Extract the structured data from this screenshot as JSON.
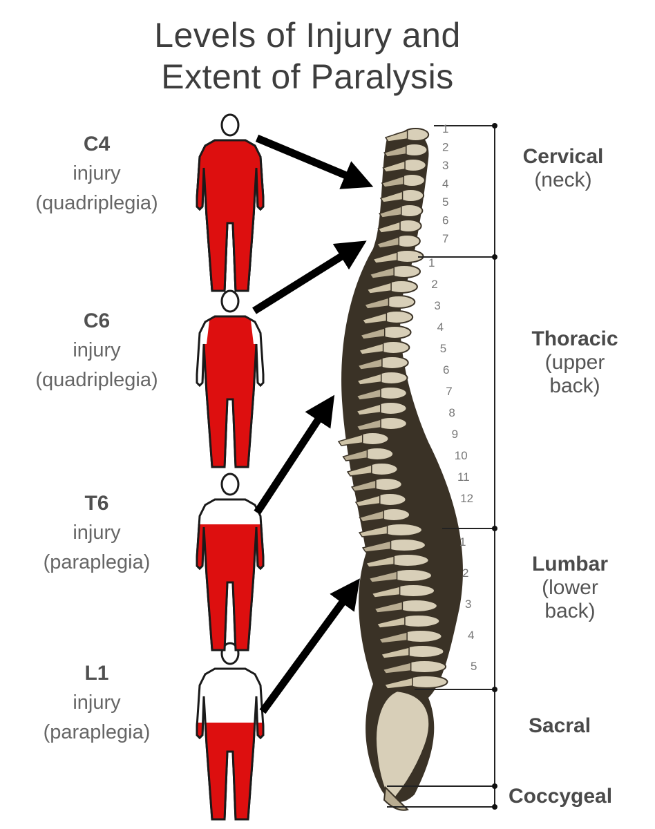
{
  "title": {
    "line1": "Levels of Injury and",
    "line2": "Extent of Paralysis"
  },
  "injuries": [
    {
      "level": "C4",
      "line2": "injury",
      "line3": "(quadriplegia)",
      "paralysis_from": "neck"
    },
    {
      "level": "C6",
      "line2": "injury",
      "line3": "(quadriplegia)",
      "paralysis_from": "shoulders"
    },
    {
      "level": "T6",
      "line2": "injury",
      "line3": "(paraplegia)",
      "paralysis_from": "chest"
    },
    {
      "level": "L1",
      "line2": "injury",
      "line3": "(paraplegia)",
      "paralysis_from": "hips"
    }
  ],
  "regions": [
    {
      "name": "Cervical",
      "sub": "(neck)",
      "numbers": [
        "1",
        "2",
        "3",
        "4",
        "5",
        "6",
        "7"
      ]
    },
    {
      "name": "Thoracic",
      "sub": "(upper",
      "sub2": "back)",
      "numbers": [
        "1",
        "2",
        "3",
        "4",
        "5",
        "6",
        "7",
        "8",
        "9",
        "10",
        "11",
        "12"
      ]
    },
    {
      "name": "Lumbar",
      "sub": "(lower",
      "sub2": "back)",
      "numbers": [
        "1",
        "2",
        "3",
        "4",
        "5"
      ]
    },
    {
      "name": "Sacral"
    },
    {
      "name": "Coccygeal"
    }
  ],
  "colors": {
    "paralysis": "#dd0f0f",
    "outline": "#1a1a1a",
    "bone": "#d8cfb8",
    "bone_dark": "#3a3226"
  }
}
